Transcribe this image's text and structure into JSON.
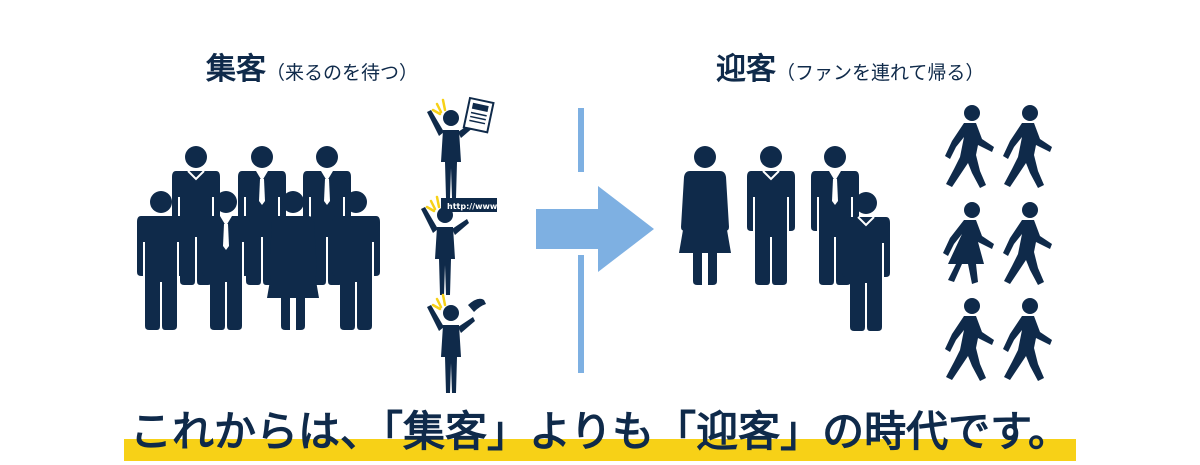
{
  "left": {
    "title": "集客",
    "subtitle": "（来るのを待つ）"
  },
  "right": {
    "title": "迎客",
    "subtitle": "（ファンを連れて帰る）"
  },
  "url_label": "http://www.•••",
  "tagline": "これからは、「集客」よりも「迎客」の時代です。",
  "colors": {
    "figure": "#0f2a4a",
    "arrow": "#7eb0e2",
    "divider": "#7eb0e2",
    "highlight": "#f7d117"
  },
  "icons": [
    "person-icon",
    "walking-pair-icon",
    "megaphone-person-icon",
    "arrow-right-icon"
  ]
}
